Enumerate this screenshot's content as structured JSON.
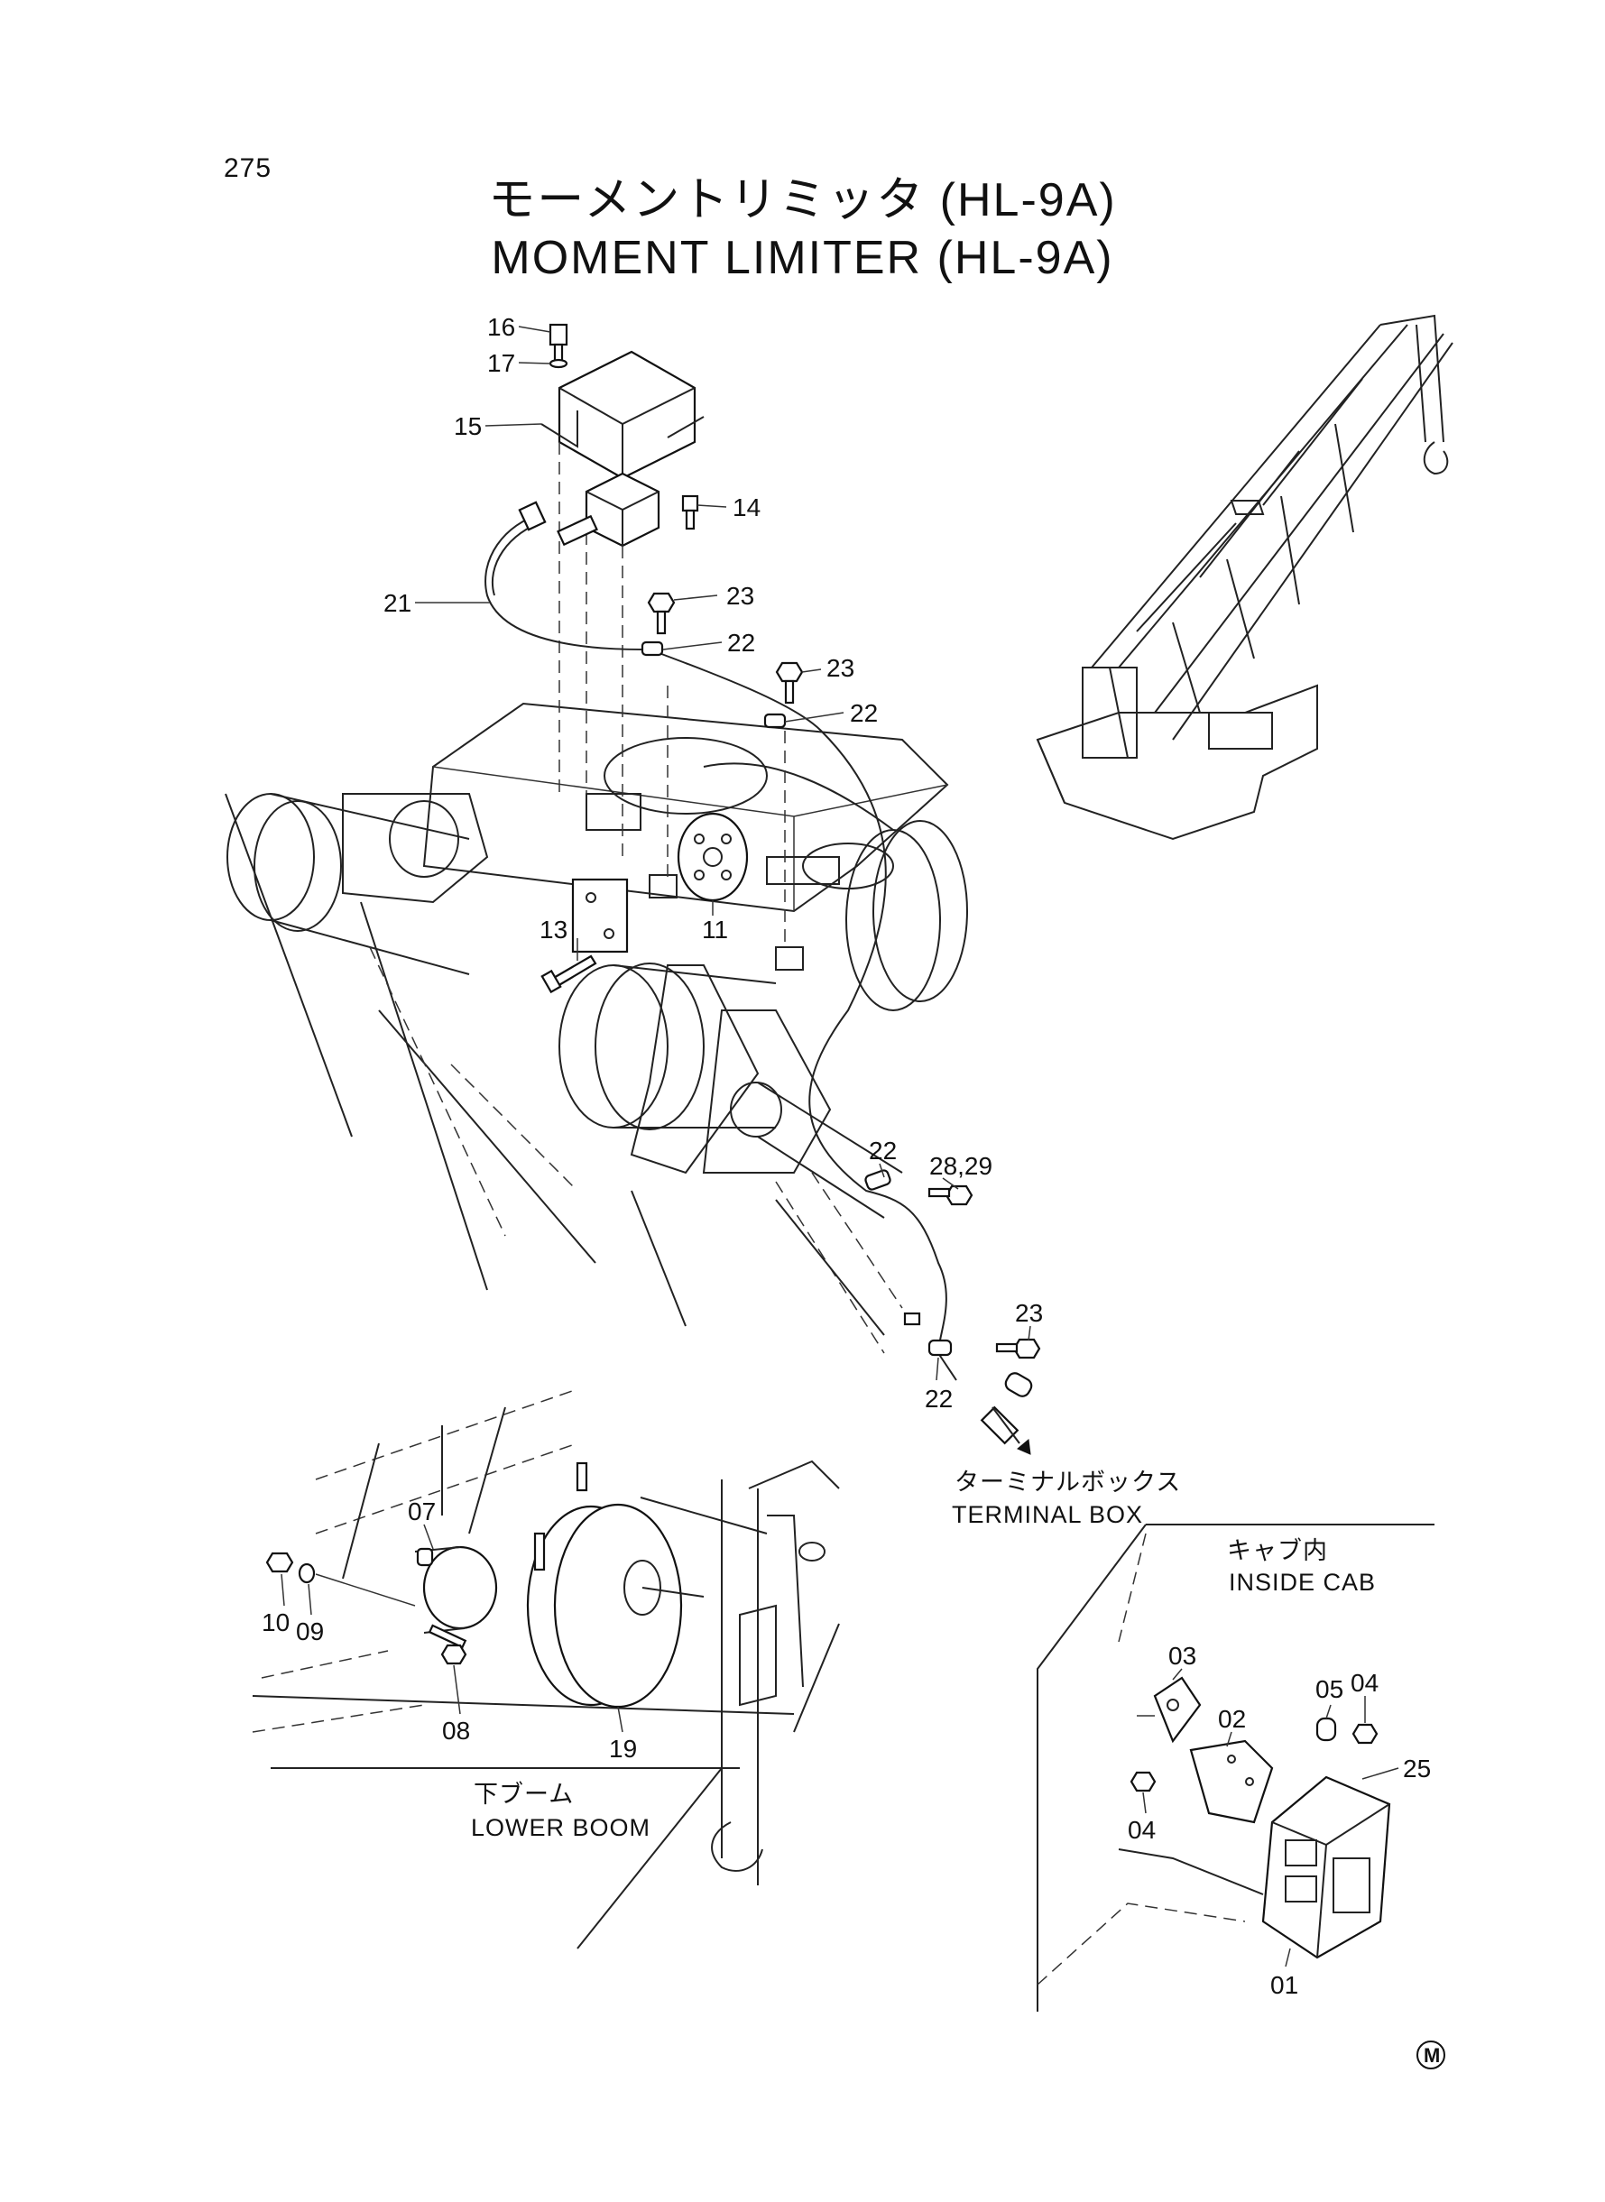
{
  "page": {
    "number": "275",
    "title_jp": "モーメントリミッタ (HL-9A)",
    "title_en": "MOMENT LIMITER (HL-9A)"
  },
  "callouts": {
    "p16": "16",
    "p17": "17",
    "p15": "15",
    "p14": "14",
    "p21": "21",
    "p23a": "23",
    "p22a": "22",
    "p23b": "23",
    "p22b": "22",
    "p13": "13",
    "p11": "11",
    "p22c": "22",
    "p2829": "28,29",
    "p23c": "23",
    "p22d": "22",
    "p07": "07",
    "p10": "10",
    "p09": "09",
    "p08": "08",
    "p19": "19",
    "p03": "03",
    "p02": "02",
    "p05": "05",
    "p04a": "04",
    "p25": "25",
    "p04b": "04",
    "p01": "01"
  },
  "captions": {
    "terminal_box_jp": "ターミナルボックス",
    "terminal_box_en": "TERMINAL BOX",
    "inside_cab_jp": "キャブ内",
    "inside_cab_en": "INSIDE CAB",
    "lower_boom_jp": "下ブーム",
    "lower_boom_en": "LOWER BOOM"
  },
  "mark": "M"
}
